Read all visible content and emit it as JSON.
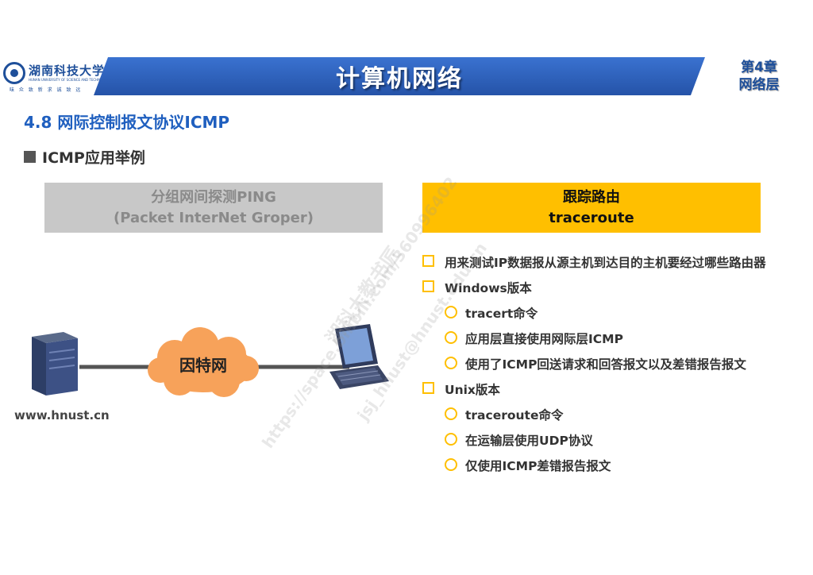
{
  "header": {
    "logo_name": "湖南科技大学",
    "logo_english": "HUNAN UNIVERSITY OF SCIENCE AND TECHNOLOGY",
    "logo_motto": "味 众 致 新   求 诚 致 远",
    "course_title": "计算机网络",
    "chapter_line1": "第4章",
    "chapter_line2": "网络层"
  },
  "section": {
    "title": "4.8 网际控制报文协议ICMP",
    "subtitle": "ICMP应用举例"
  },
  "ping_box": {
    "line1": "分组网间探测PING",
    "line2": "(Packet InterNet Groper)"
  },
  "trace_box": {
    "line1": "跟踪路由",
    "line2": "traceroute"
  },
  "diagram": {
    "internet_label": "因特网",
    "host_label": "www.hnust.cn"
  },
  "list": [
    {
      "level": 1,
      "text": "用来测试IP数据报从源主机到达目的主机要经过哪些路由器"
    },
    {
      "level": 1,
      "text": "Windows版本"
    },
    {
      "level": 2,
      "text": "tracert命令"
    },
    {
      "level": 2,
      "text": "应用层直接使用网际层ICMP"
    },
    {
      "level": 2,
      "text": "使用了ICMP回送请求和回答报文以及差错报告报文"
    },
    {
      "level": 1,
      "text": "Unix版本"
    },
    {
      "level": 2,
      "text": "traceroute命令"
    },
    {
      "level": 2,
      "text": "在运输层使用UDP协议"
    },
    {
      "level": 2,
      "text": "仅使用ICMP差错报告报文"
    }
  ],
  "watermark": {
    "line1": "湖科大教书匠",
    "line2": "https://space.bilibili.com/360996402",
    "line3": "jsj_hnust@hnust.edu.cn"
  },
  "colors": {
    "banner_blue": "#2f63c0",
    "title_blue": "#1f5fbf",
    "accent_yellow": "#ffbf00",
    "ping_gray": "#c8c8c8",
    "cloud_orange": "#f7a25a"
  }
}
